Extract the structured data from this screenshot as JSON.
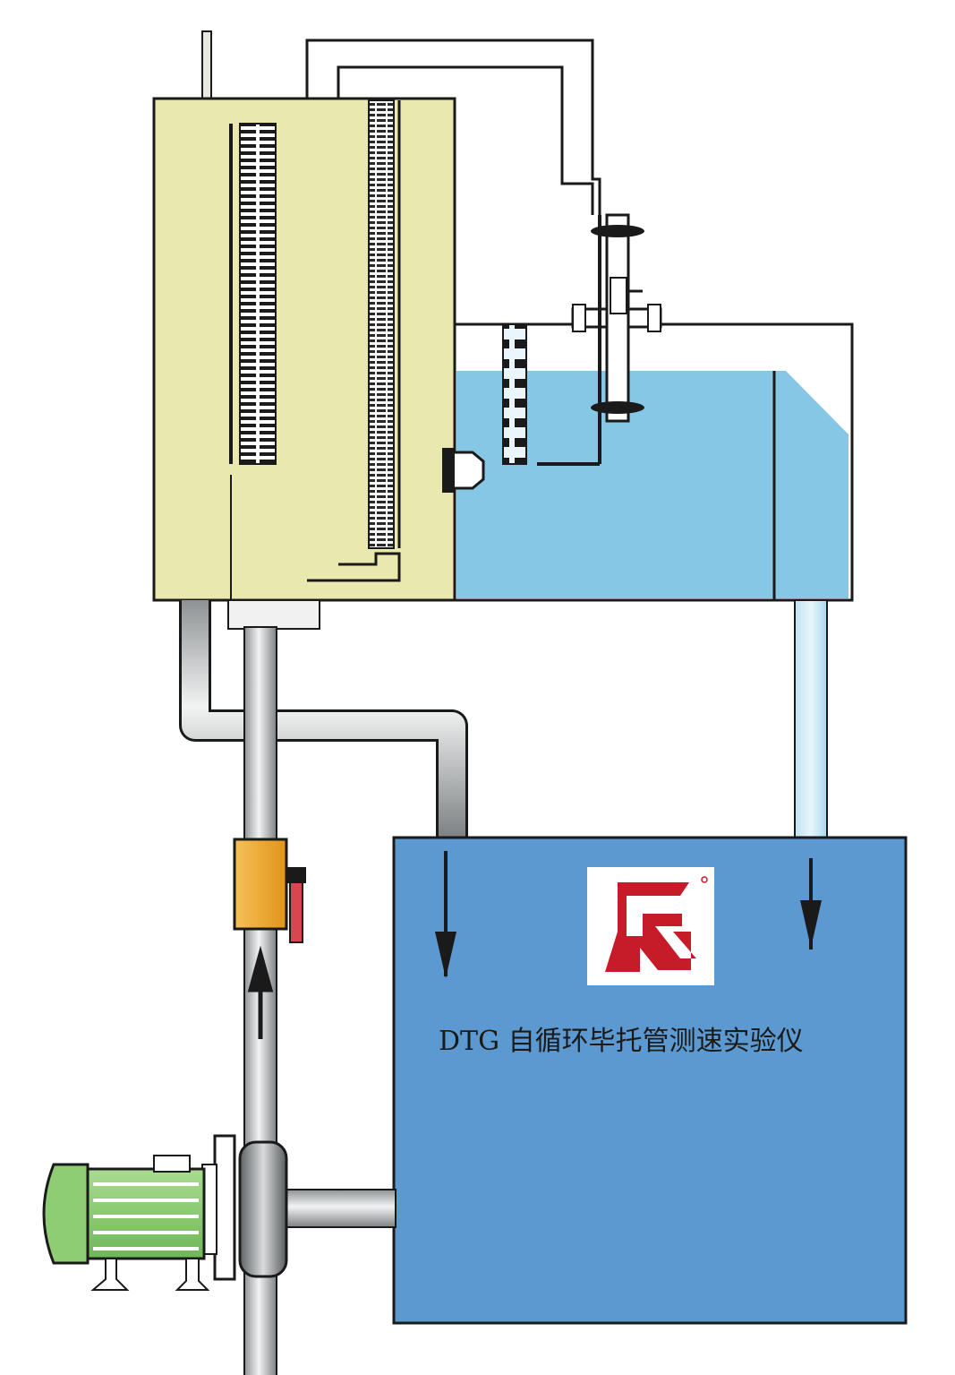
{
  "caption": "DTG 自循环毕托管测速实验仪",
  "colors": {
    "panel": "#e9e8ae",
    "water": "#87c7e6",
    "sump": "#5b99d0",
    "pipe": "#b9bcbd",
    "valve": "#e8a22b",
    "valve_handle": "#d8474f",
    "motor": "#8fcd74",
    "logo_red": "#c61c2a",
    "outline": "#1a1a1a"
  },
  "icons": [
    "manometer-panel",
    "pitot-tube",
    "flow-valve",
    "pump-motor",
    "flow-arrow",
    "brand-logo"
  ]
}
